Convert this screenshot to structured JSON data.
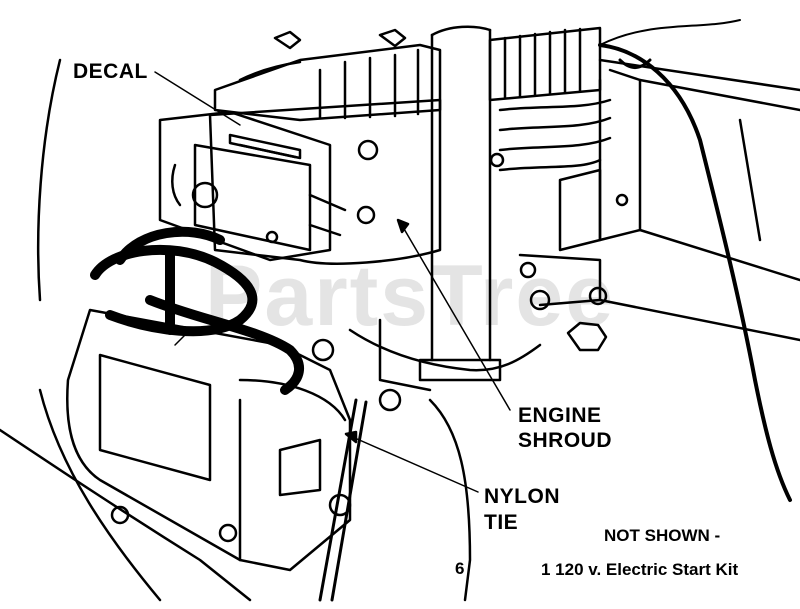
{
  "labels": {
    "decal": "DECAL",
    "engine_shroud_line1": "ENGINE",
    "engine_shroud_line2": "SHROUD",
    "nylon_tie_line1": "NYLON",
    "nylon_tie_line2": "TIE"
  },
  "notes": {
    "not_shown": "NOT SHOWN -",
    "kit": "1 120 v. Electric Start Kit"
  },
  "callout_number": "6",
  "watermark": "PartsTree",
  "colors": {
    "ink": "#000000",
    "paper": "#ffffff",
    "watermark": "#cfcfcf"
  }
}
